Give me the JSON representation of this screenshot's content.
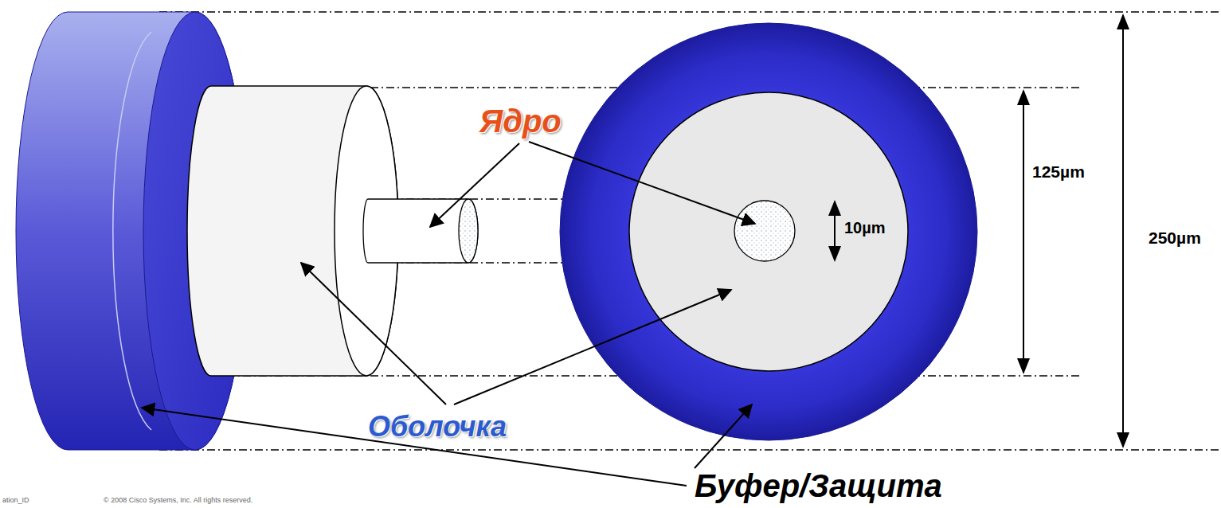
{
  "diagram": {
    "labels": [
      "Ядро",
      "Оболочка",
      "Буфер/Защита",
      "125µm",
      "10µm",
      "250µm",
      "ation_ID",
      "© 2008 Cisco Systems, Inc. All rights reserved."
    ]
  }
}
